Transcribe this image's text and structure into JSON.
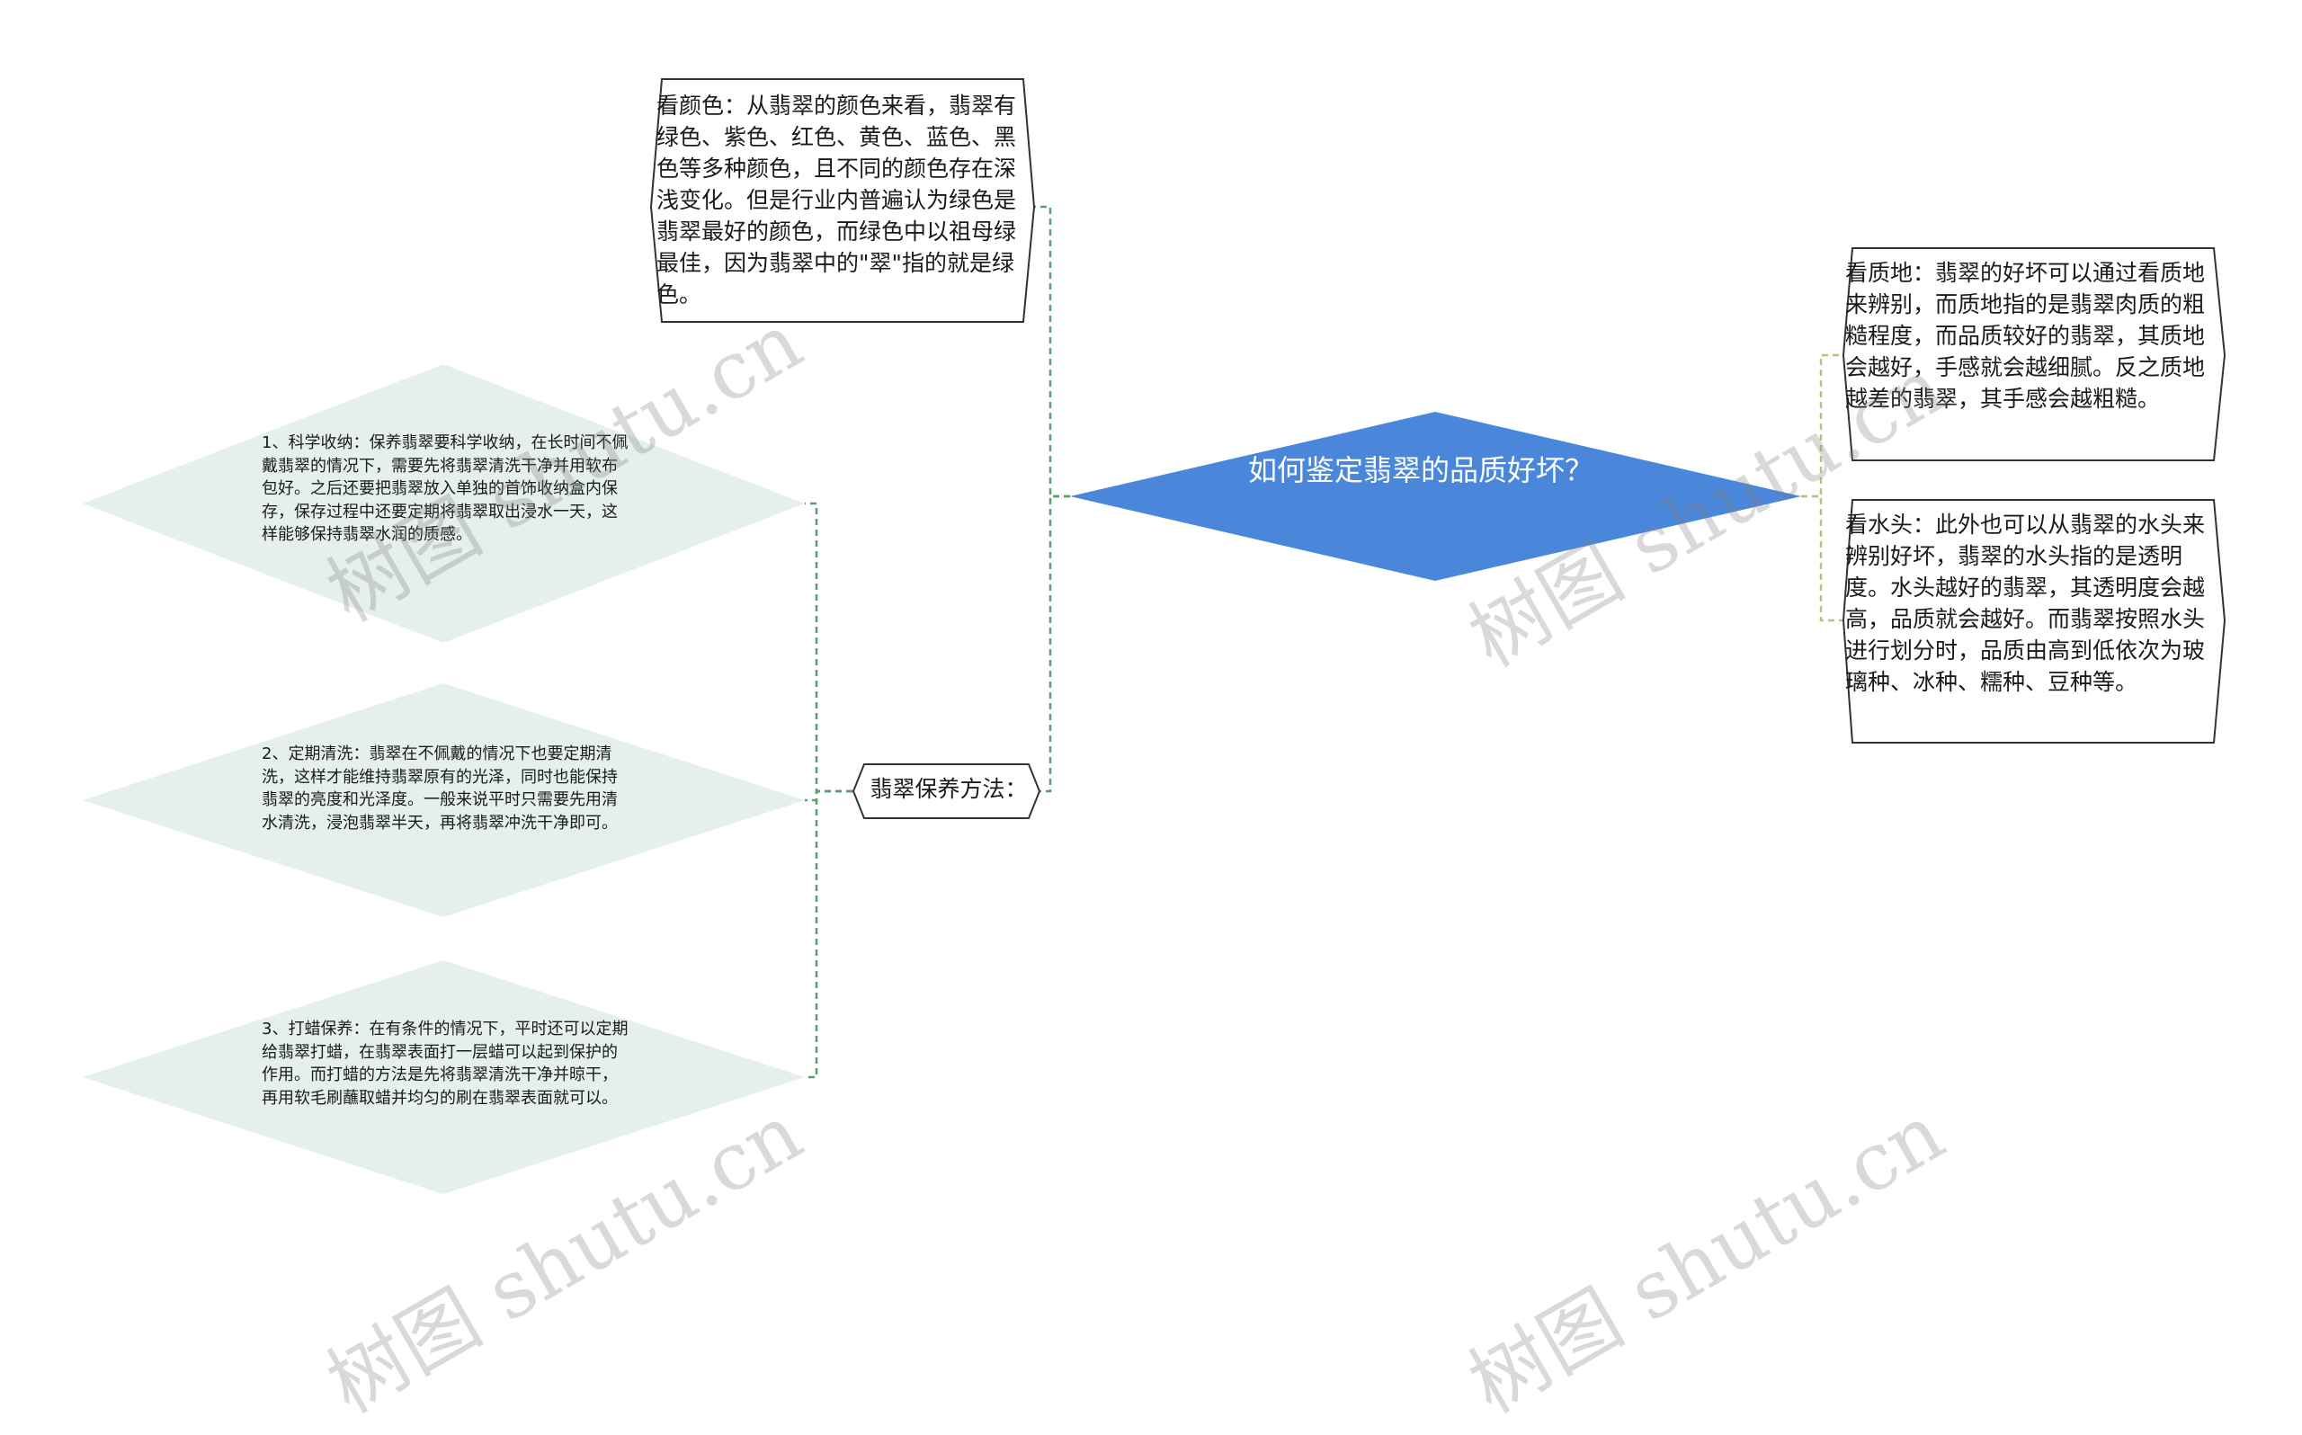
{
  "center": {
    "text": "如何鉴定翡翠的品质好坏？",
    "color": "#4a86d9"
  },
  "nodes": {
    "color": "看颜色：从翡翠的颜色来看，翡翠有绿色、紫色、红色、黄色、蓝色、黑色等多种颜色，且不同的颜色存在深浅变化。但是行业内普遍认为绿色是翡翠最好的颜色，而绿色中以祖母绿最佳，因为翡翠中的\"翠\"指的就是绿色。",
    "texture": "看质地：翡翠的好坏可以通过看质地来辨别，而质地指的是翡翠肉质的粗糙程度，而品质较好的翡翠，其质地会越好，手感就会越细腻。反之质地越差的翡翠，其手感会越粗糙。",
    "water": "看水头：此外也可以从翡翠的水头来辨别好坏，翡翠的水头指的是透明度。水头越好的翡翠，其透明度会越高，品质就会越好。而翡翠按照水头进行划分时，品质由高到低依次为玻璃种、冰种、糯种、豆种等。",
    "maintenance": "翡翠保养方法：",
    "tips": [
      "1、科学收纳：保养翡翠要科学收纳，在长时间不佩戴翡翠的情况下，需要先将翡翠清洗干净并用软布包好。之后还要把翡翠放入单独的首饰收纳盒内保存，保存过程中还要定期将翡翠取出浸水一天，这样能够保持翡翠水润的质感。",
      "2、定期清洗：翡翠在不佩戴的情况下也要定期清洗，这样才能维持翡翠原有的光泽，同时也能保持翡翠的亮度和光泽度。一般来说平时只需要先用清水清洗，浸泡翡翠半天，再将翡翠冲洗干净即可。",
      "3、打蜡保养：在有条件的情况下，平时还可以定期给翡翠打蜡，在翡翠表面打一层蜡可以起到保护的作用。而打蜡的方法是先将翡翠清洗干净并晾干，再用软毛刷蘸取蜡并均匀的刷在翡翠表面就可以。"
    ]
  },
  "watermark": "树图 shutu.cn",
  "colors": {
    "diamond_fill": "#e5f0ea",
    "left_link": "#5a9e74",
    "right_link": "#b8c27a"
  }
}
